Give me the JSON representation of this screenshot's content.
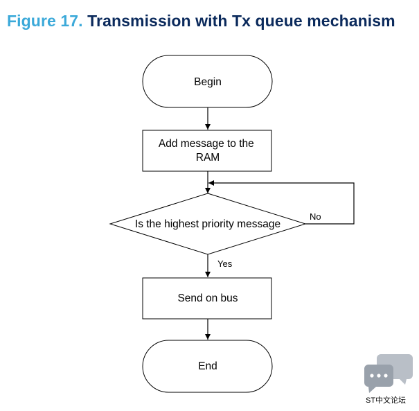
{
  "figure": {
    "number": "Figure 17.",
    "caption": "Transmission with Tx queue mechanism"
  },
  "flowchart": {
    "begin": "Begin",
    "add_message": [
      "Add message to the",
      "RAM"
    ],
    "decision": "Is the highest priority message",
    "edge_no": "No",
    "edge_yes": "Yes",
    "send": "Send on bus",
    "end": "End"
  },
  "watermark": {
    "text": "ST中文论坛",
    "icon": "chat-bubbles-icon"
  },
  "colors": {
    "figure_number": "#3ba9d9",
    "figure_caption": "#0b2a5c",
    "watermark": "#a9aeb5"
  }
}
